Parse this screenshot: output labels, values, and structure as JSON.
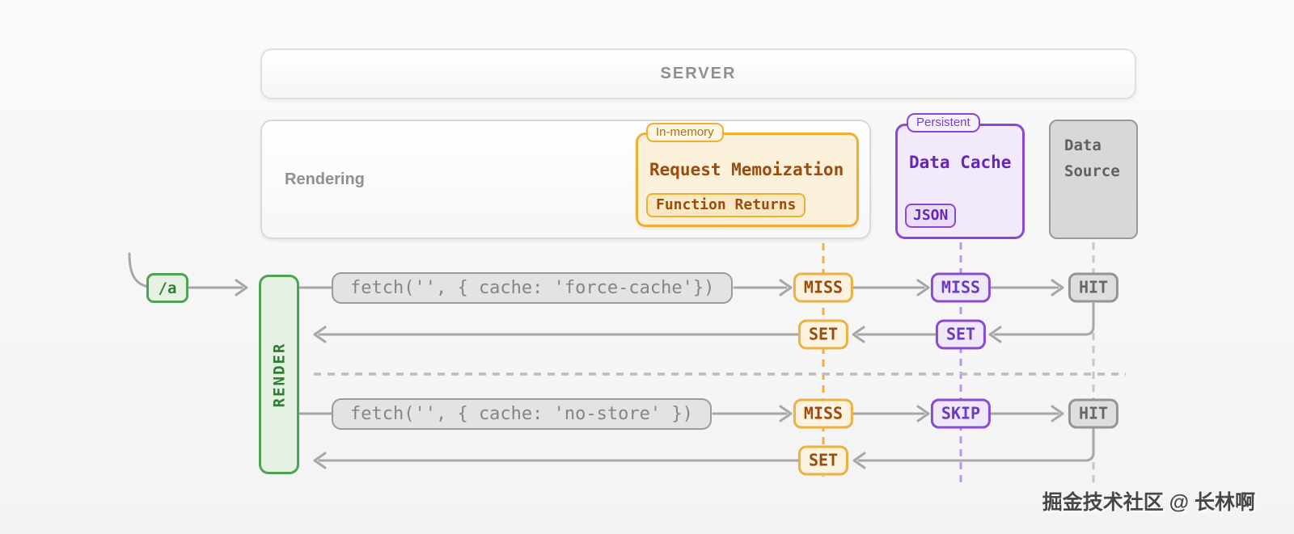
{
  "server": {
    "label": "SERVER"
  },
  "rendering": {
    "label": "Rendering"
  },
  "memo_box": {
    "tag": "In-memory",
    "title": "Request Memoization",
    "badge": "Function Returns"
  },
  "cache_box": {
    "tag": "Persistent",
    "title": "Data Cache",
    "badge": "JSON"
  },
  "source_box": {
    "line1": "Data",
    "line2": "Source"
  },
  "route": {
    "label": "/a"
  },
  "render_bar": {
    "label": "RENDER"
  },
  "rows": {
    "r1": {
      "fetch": "fetch('', { cache: 'force-cache'})",
      "memo": "MISS",
      "cache": "MISS",
      "source": "HIT"
    },
    "r2": {
      "memo": "SET",
      "cache": "SET"
    },
    "r3": {
      "fetch": "fetch('', { cache: 'no-store' })",
      "memo": "MISS",
      "cache": "SKIP",
      "source": "HIT"
    },
    "r4": {
      "memo": "SET"
    }
  },
  "watermark": {
    "text": "掘金技术社区 @ 长林啊"
  },
  "colors": {
    "orange_border": "#f0ad32",
    "orange_text": "#9c4b0f",
    "orange_bg": "#fbf1da",
    "purple_border": "#8b48d6",
    "purple_text": "#6527b5",
    "purple_bg": "#f2eafb",
    "gray_border": "#9a9a9a",
    "gray_text": "#5d6166",
    "gray_bg": "#d8d8d8",
    "green_border": "#4ea254",
    "green_text": "#2e7d36",
    "green_bg": "#e4f0e2",
    "line_gray": "#a7a7a7",
    "dashed_orange": "#f1b03a",
    "dashed_purple": "#bb97e8",
    "dashed_gray": "#c6c6c6"
  }
}
